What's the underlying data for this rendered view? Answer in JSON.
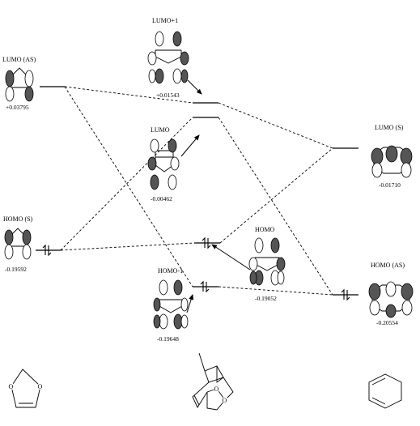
{
  "labels": {
    "lumo_as_left": "LUMO (AS)",
    "homo_s_left": "HOMO (S)",
    "lumo_plus1": "LUMO+1",
    "lumo_mid": "LUMO",
    "homo_mid": "HOMO",
    "homo_minus1": "HOMO-1",
    "lumo_s_right": "LUMO (S)",
    "homo_as_right": "HOMO (AS)"
  },
  "energies": {
    "lumo_as_left": "+0.03795",
    "homo_s_left": "-0.19592",
    "lumo_plus1": "+0.01543",
    "lumo_mid": "-0.00462",
    "homo_mid": "-0.19052",
    "homo_minus1": "-0.19648",
    "lumo_s_right": "-0.01710",
    "homo_as_right": "-0.20554"
  },
  "molecules": {
    "left": "1,3-dioxole",
    "center": "adduct",
    "right": "cyclohexadiene"
  }
}
